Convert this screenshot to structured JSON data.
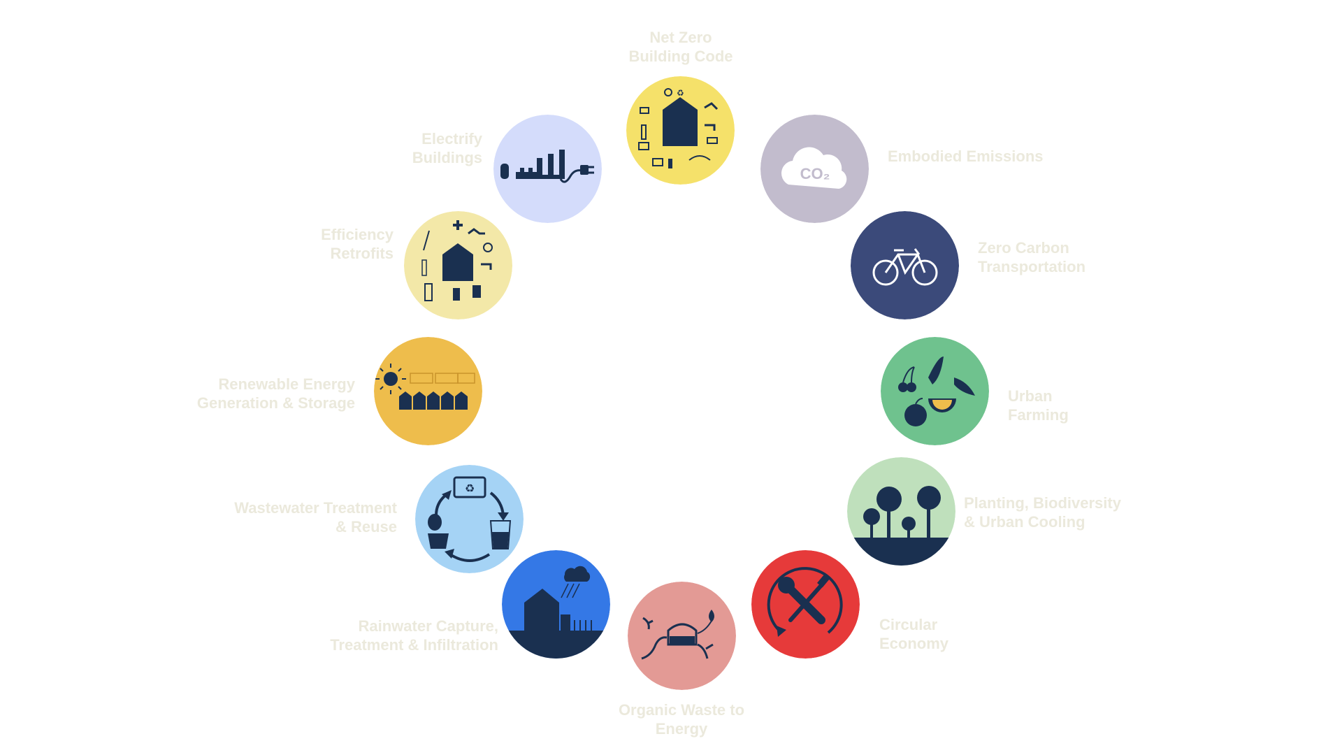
{
  "colors": {
    "ink": "#1a3050",
    "label_text": "#ebe9dc"
  },
  "diagram": {
    "nodes": [
      {
        "id": "net-zero",
        "label": [
          "Net Zero",
          "Building Code"
        ],
        "color": "#f5e16a",
        "icon": "net-zero-house-icon"
      },
      {
        "id": "embodied",
        "label": [
          "Embodied Emissions"
        ],
        "color": "#c2bccd",
        "icon": "co2-cloud-icon",
        "icon_text": "CO₂"
      },
      {
        "id": "transport",
        "label": [
          "Zero Carbon",
          "Transportation"
        ],
        "color": "#3b4a7a",
        "icon": "bicycle-icon"
      },
      {
        "id": "farming",
        "label": [
          "Urban",
          "Farming"
        ],
        "color": "#6fc28e",
        "icon": "produce-icon"
      },
      {
        "id": "planting",
        "label": [
          "Planting, Biodiversity",
          "& Urban Cooling"
        ],
        "color": "#bfe0bc",
        "icon": "trees-icon"
      },
      {
        "id": "circular",
        "label": [
          "Circular",
          "Economy"
        ],
        "color": "#e63a3a",
        "icon": "tools-cycle-icon"
      },
      {
        "id": "organic",
        "label": [
          "Organic Waste to",
          "Energy"
        ],
        "color": "#e39a95",
        "icon": "biogas-icon"
      },
      {
        "id": "rainwater",
        "label": [
          "Rainwater Capture,",
          "Treatment & Infiltration"
        ],
        "color": "#3478e6",
        "icon": "rain-house-icon"
      },
      {
        "id": "wastewater",
        "label": [
          "Wastewater Treatment",
          "& Reuse"
        ],
        "color": "#a5d3f5",
        "icon": "water-cycle-icon"
      },
      {
        "id": "renewable",
        "label": [
          "Renewable Energy",
          "Generation & Storage"
        ],
        "color": "#eebd4c",
        "icon": "solar-icon"
      },
      {
        "id": "retrofits",
        "label": [
          "Efficiency",
          "Retrofits"
        ],
        "color": "#f3e8a8",
        "icon": "retrofit-house-icon"
      },
      {
        "id": "electrify",
        "label": [
          "Electrify",
          "Buildings"
        ],
        "color": "#d4dcfb",
        "icon": "electric-plug-icon"
      }
    ]
  }
}
